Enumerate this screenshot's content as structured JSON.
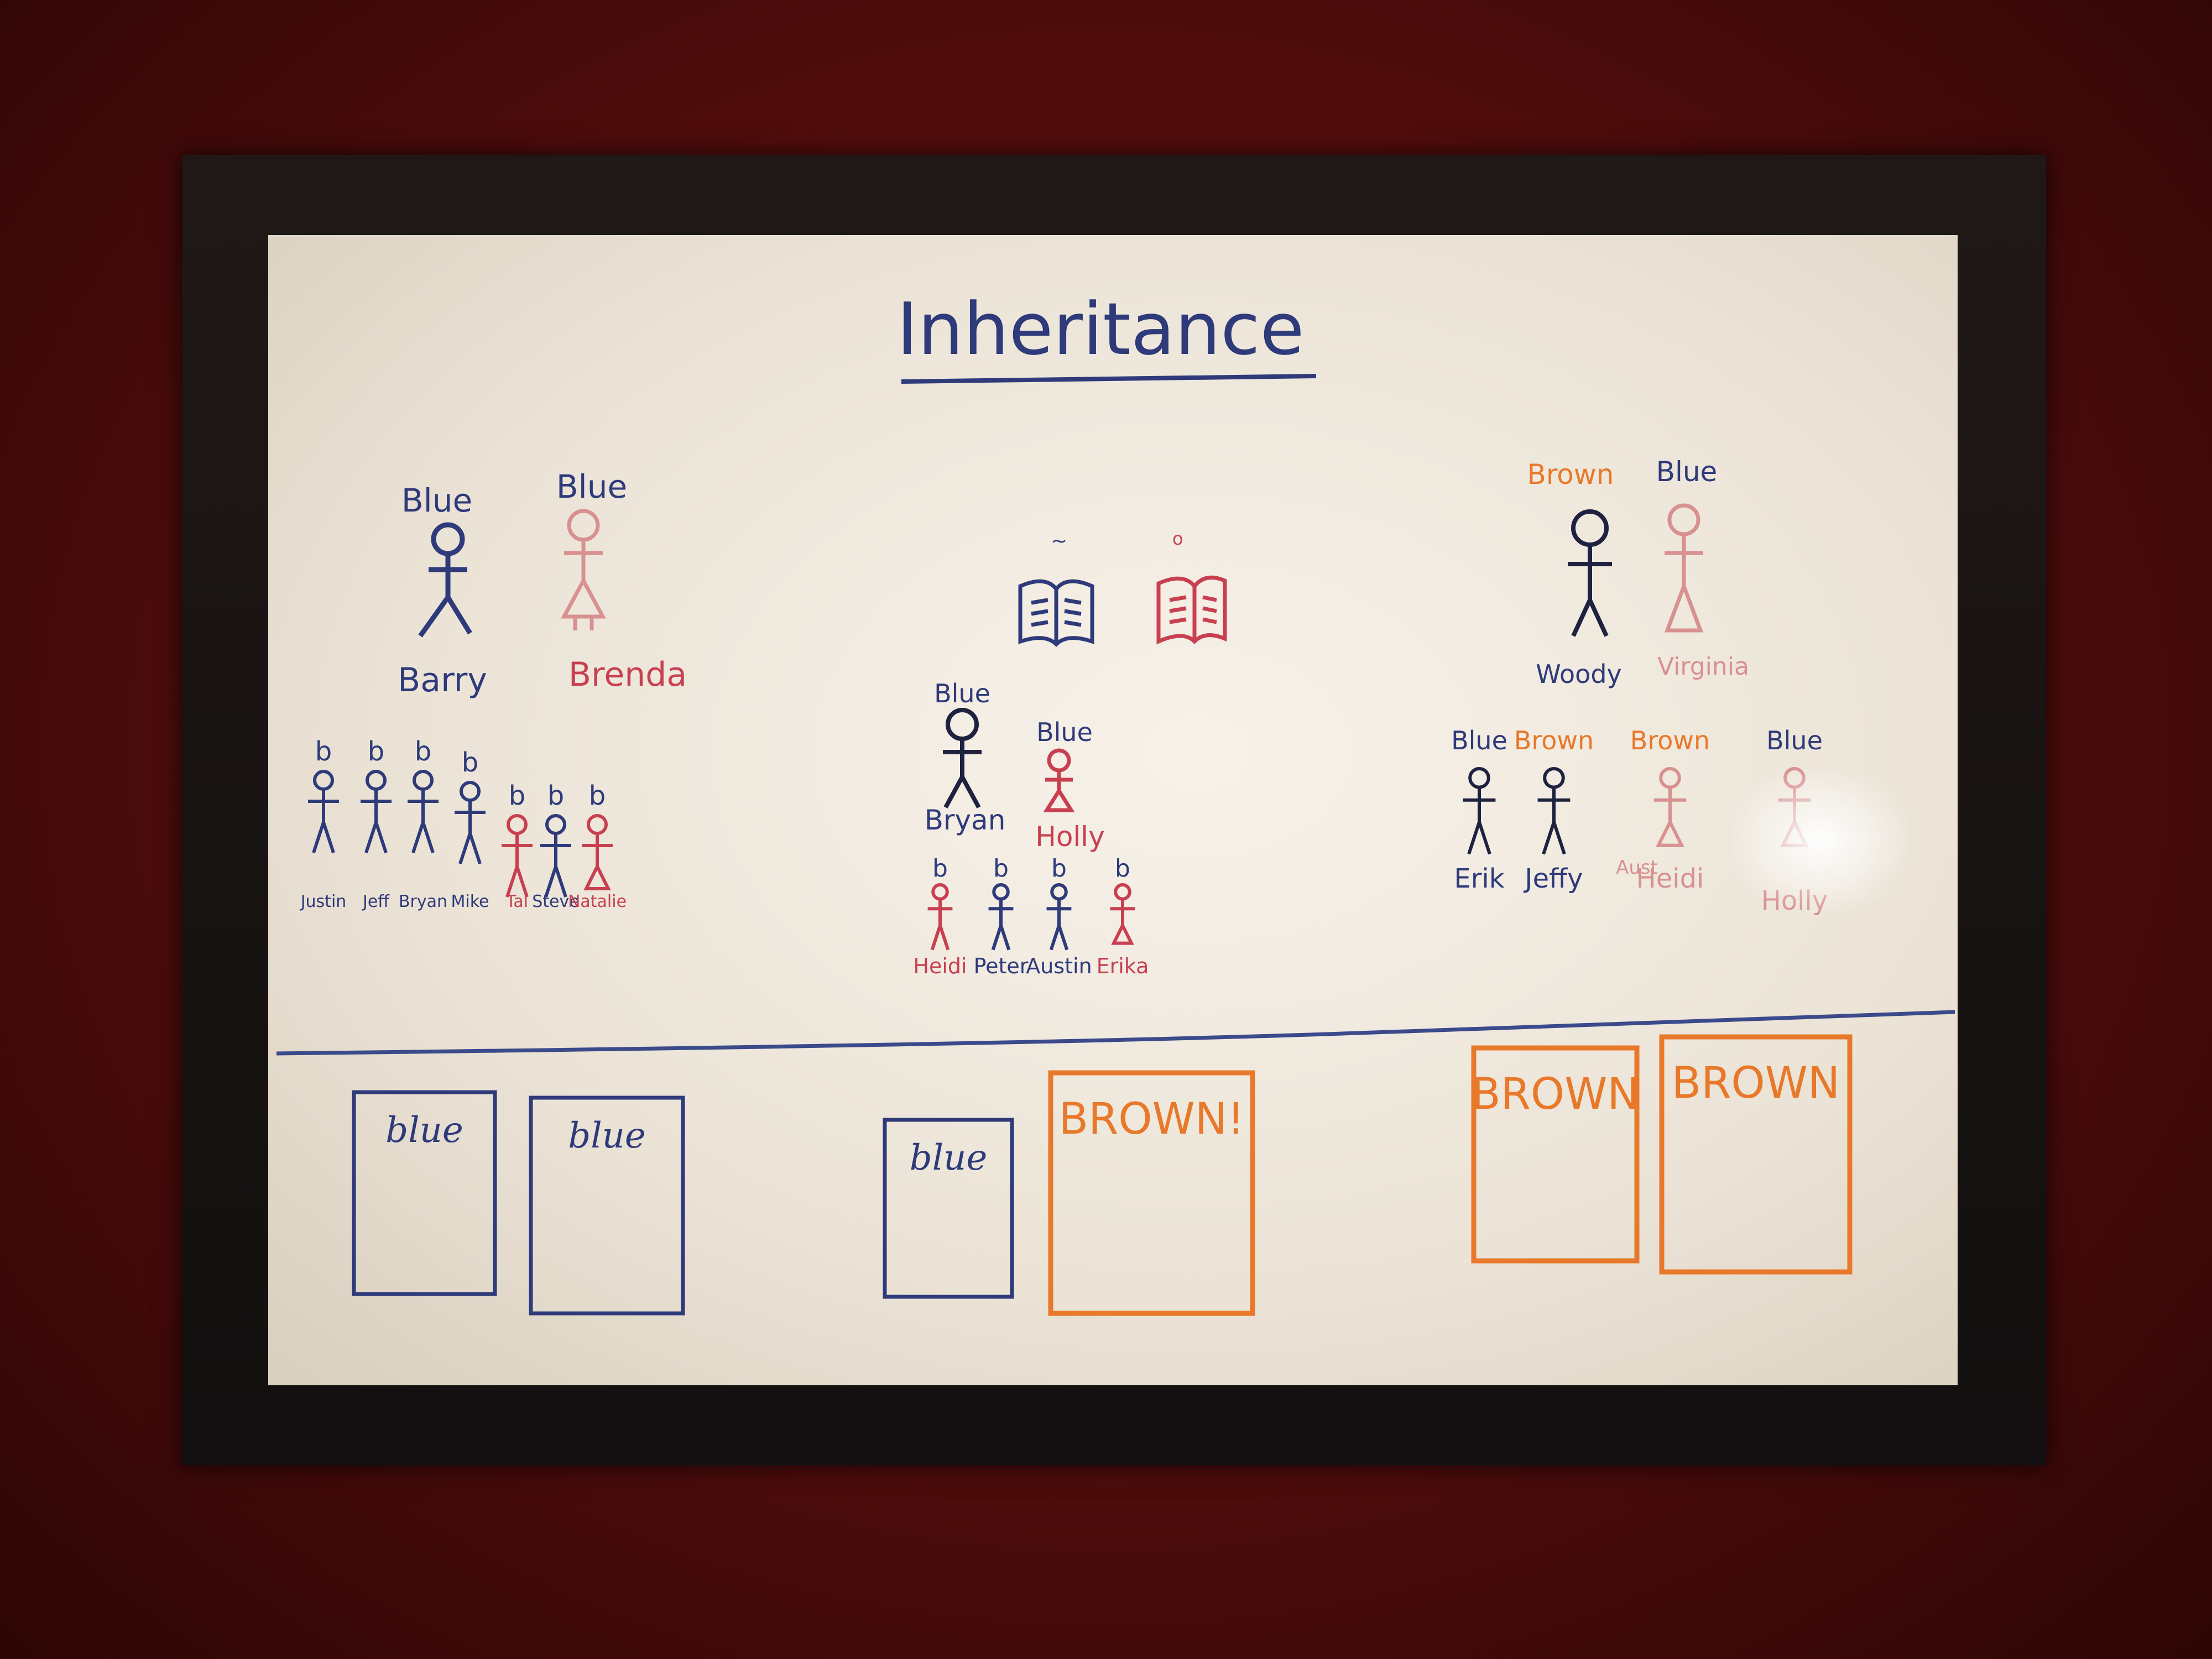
{
  "colors": {
    "blue": "#2e3a7a",
    "red": "#c84050",
    "orange": "#e8782a",
    "pink": "#d89090",
    "frame": "#161212",
    "wall": "#5a0f0f"
  },
  "board": {
    "title": "Inheritance",
    "left": {
      "father": {
        "eye": "Blue",
        "name": "Barry"
      },
      "mother": {
        "eye": "Blue",
        "name": "Brenda"
      },
      "children": [
        {
          "gene": "b",
          "name": "Justin"
        },
        {
          "gene": "b",
          "name": "Jeff"
        },
        {
          "gene": "b",
          "name": "Bryan"
        },
        {
          "gene": "b",
          "name": "Mike"
        },
        {
          "gene": "b",
          "name": "Tal"
        },
        {
          "gene": "b",
          "name": "Steve"
        },
        {
          "gene": "b",
          "name": "Natalie"
        }
      ]
    },
    "middle": {
      "father": {
        "eye": "Blue",
        "name": "Bryan"
      },
      "mother": {
        "eye": "Blue",
        "name": "Holly"
      },
      "books_mark_left": "~",
      "books_mark_right": "o",
      "children": [
        {
          "gene": "b",
          "name": "Heidi"
        },
        {
          "gene": "b",
          "name": "Peter"
        },
        {
          "gene": "b",
          "name": "Austin"
        },
        {
          "gene": "b",
          "name": "Erika"
        }
      ]
    },
    "right": {
      "father": {
        "eye": "Brown",
        "name": "Woody"
      },
      "mother": {
        "eye": "Blue",
        "name": "Virginia"
      },
      "children": [
        {
          "eye": "Blue",
          "name": "Erik"
        },
        {
          "eye": "Brown",
          "name": "Jeffy"
        },
        {
          "eye": "Brown",
          "name": "Heidi",
          "prefix": "Aust"
        },
        {
          "eye": "Blue",
          "name": "Holly"
        }
      ]
    },
    "boxes": [
      "blue",
      "blue",
      "blue",
      "BROWN!",
      "BROWN",
      "BROWN"
    ]
  }
}
